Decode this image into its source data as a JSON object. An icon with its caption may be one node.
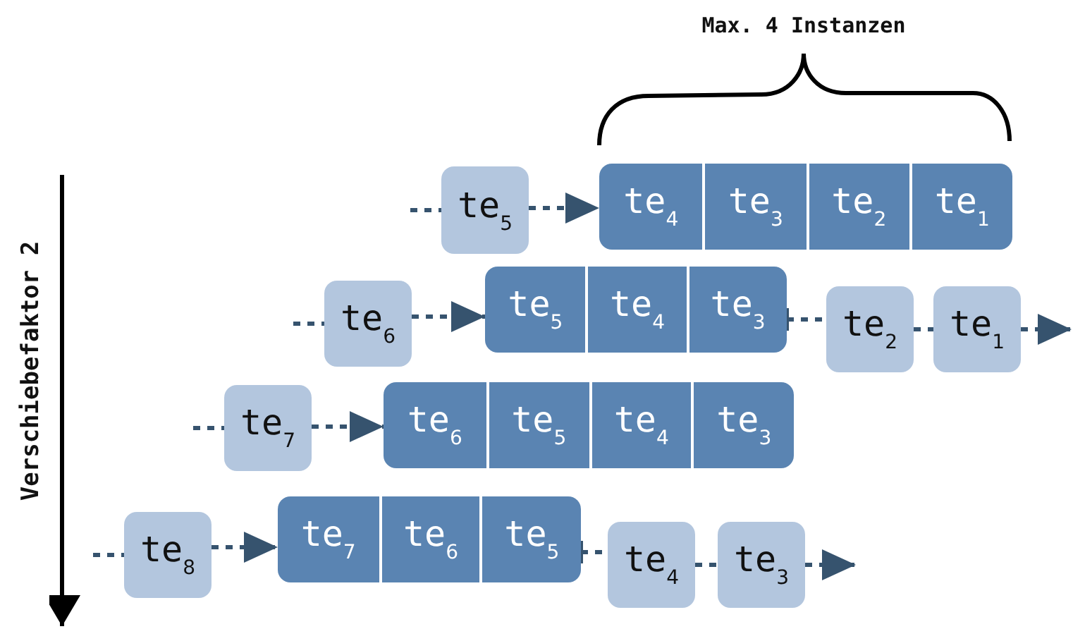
{
  "diagram": {
    "nodes": [
      {
        "text": [
          "te$_{5}$"
        ]
      },
      {
        "text": [],
        "shape": "bar"
      },
      {
        "text": [
          "te$_{4}$"
        ],
        "in": 1
      },
      {
        "text": [
          "te$_{3}$"
        ],
        "in": 1
      },
      {
        "text": [
          "te$_{2}$"
        ],
        "in": 1
      },
      {
        "text": [
          "te$_{1}$"
        ],
        "in": 1
      },
      {
        "text": [
          "te$_{6}$"
        ]
      },
      {
        "text": [],
        "shape": "bar"
      },
      {
        "text": [
          "te$_{5}$"
        ],
        "in": 7
      },
      {
        "text": [
          "te$_{4}$"
        ],
        "in": 7
      },
      {
        "text": [
          "te$_{3}$"
        ],
        "in": 7
      },
      {
        "text": [
          "te$_{2}$"
        ]
      },
      {
        "text": [
          "te$_{1}$"
        ]
      },
      {
        "text": [
          "te$_{7}$"
        ]
      },
      {
        "text": [],
        "shape": "bar"
      },
      {
        "text": [
          "te$_{6}$"
        ],
        "in": 14
      },
      {
        "text": [
          "te$_{5}$"
        ],
        "in": 14
      },
      {
        "text": [
          "te$_{4}$"
        ],
        "in": 14
      },
      {
        "text": [
          "te$_{3}$"
        ],
        "in": 14
      },
      {
        "text": [
          "te$_{8}$"
        ]
      },
      {
        "text": [],
        "shape": "bar"
      },
      {
        "text": [
          "te$_{7}$"
        ],
        "in": 20
      },
      {
        "text": [
          "te$_{6}$"
        ],
        "in": 20
      },
      {
        "text": [
          "te$_{5}$"
        ],
        "in": 20
      },
      {
        "text": [
          "te$_{4}$"
        ]
      },
      {
        "text": [
          "te$_{3}$"
        ]
      }
    ],
    "edges": [
      {
        "from": null,
        "to": 0,
        "arrow": "none",
        "style": "dashed"
      },
      {
        "from": 0,
        "to": 1,
        "arrow": "to",
        "style": "dashed"
      },
      {
        "from": null,
        "to": 6,
        "arrow": "none",
        "style": "dashed"
      },
      {
        "from": 6,
        "to": 7,
        "arrow": "to",
        "style": "dashed"
      },
      {
        "from": 7,
        "to": 11,
        "arrow": "other",
        "style": "dashed"
      },
      {
        "from": 11,
        "to": 12,
        "arrow": "none",
        "style": "dashed"
      },
      {
        "from": 12,
        "to": null,
        "arrow": "to",
        "style": "dashed"
      },
      {
        "from": null,
        "to": 13,
        "arrow": "none",
        "style": "dashed"
      },
      {
        "from": 13,
        "to": 14,
        "arrow": "to",
        "style": "dashed"
      },
      {
        "from": null,
        "to": 19,
        "arrow": "none",
        "style": "dashed"
      },
      {
        "from": 19,
        "to": 20,
        "arrow": "to",
        "style": "dashed"
      },
      {
        "from": 20,
        "to": 24,
        "arrow": "other",
        "style": "dashed"
      },
      {
        "from": 24,
        "to": 25,
        "arrow": "none",
        "style": "dashed"
      },
      {
        "from": 25,
        "to": null,
        "arrow": "to",
        "style": "dashed"
      }
    ],
    "labels": [
      "Max. 4 Instanzen",
      "Verschiebefaktor 2"
    ]
  }
}
